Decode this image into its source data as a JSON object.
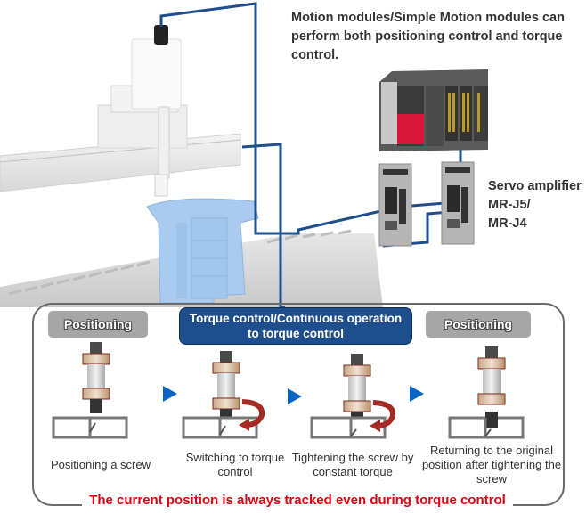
{
  "intro_text": "Motion modules/Simple Motion modules can perform both positioning control and torque control.",
  "servo_label": {
    "line1": "Servo amplifier",
    "line2": "MR-J5/",
    "line3": "MR-J4"
  },
  "illustration": {
    "components": [
      "screw-tightening robot",
      "workpiece on conveyor",
      "motion controller",
      "servo amplifier",
      "servo amplifier"
    ],
    "colors": {
      "cable": "#1f4e8c",
      "controller_module": "#d9173a",
      "workpiece": "#a9cbef"
    }
  },
  "process": {
    "stages": [
      {
        "tag": "Positioning",
        "style": "grey"
      },
      {
        "tag": "Torque control/Continuous operation to torque control",
        "style": "blue"
      },
      {
        "tag": "Positioning",
        "style": "grey"
      }
    ],
    "steps": [
      {
        "caption": "Positioning a screw",
        "rotation": false
      },
      {
        "caption": "Switching to torque control",
        "rotation": true
      },
      {
        "caption": "Tightening the screw by constant torque",
        "rotation": true
      },
      {
        "caption": "Returning to the original position after tightening the screw",
        "rotation": false
      }
    ],
    "footer": "The current position is always tracked even during torque control",
    "colors": {
      "arrow": "#0a64c4",
      "rotation_arrow": "#a62a24",
      "footer": "#e0000f",
      "blue_tag": "#1f4e8c",
      "grey_tag": "#a6a6a6"
    }
  }
}
